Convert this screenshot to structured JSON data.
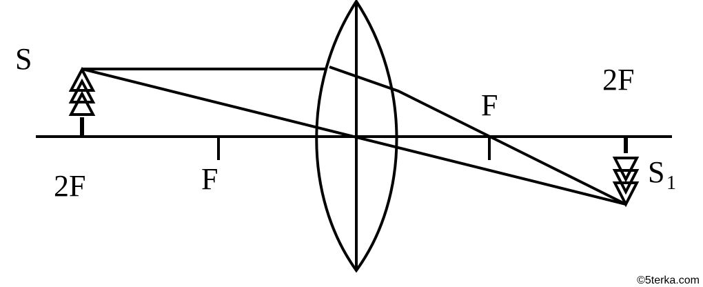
{
  "labels": {
    "object": "S",
    "image_main": "S",
    "image_sub": "1",
    "focus_left": "F",
    "focus_right": "F",
    "double_focus_left": "2F",
    "double_focus_right": "2F"
  },
  "watermark": "©5terka.com"
}
